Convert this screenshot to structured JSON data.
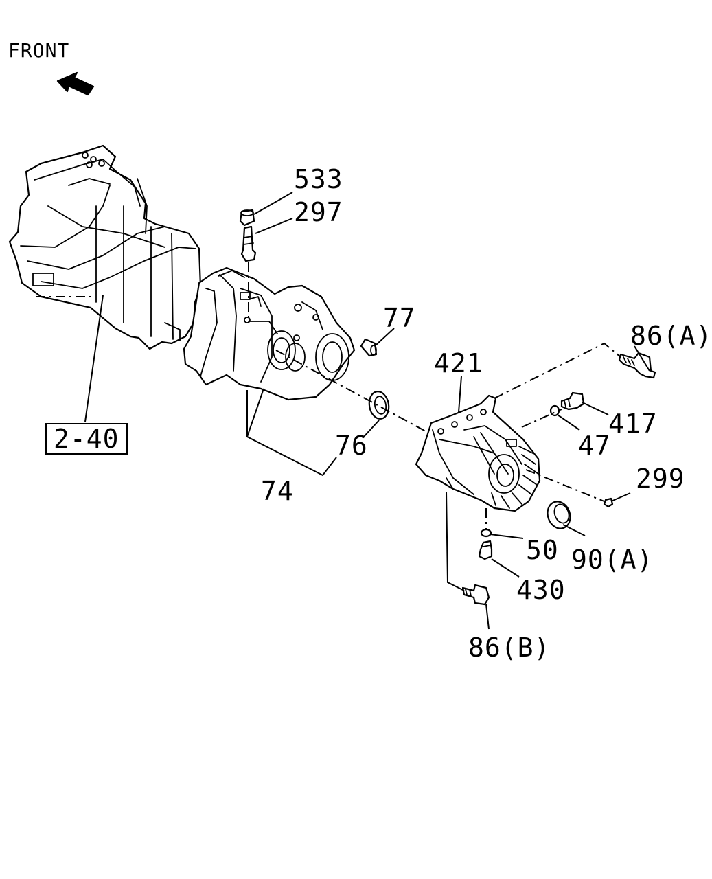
{
  "front_label": "FRONT",
  "reference_box": "2-40",
  "callouts": {
    "p533": "533",
    "p297": "297",
    "p77": "77",
    "p421": "421",
    "p86a": "86(A)",
    "p417": "417",
    "p47": "47",
    "p76": "76",
    "p74": "74",
    "p299": "299",
    "p50": "50",
    "p90a": "90(A)",
    "p430": "430",
    "p86b": "86(B)"
  }
}
